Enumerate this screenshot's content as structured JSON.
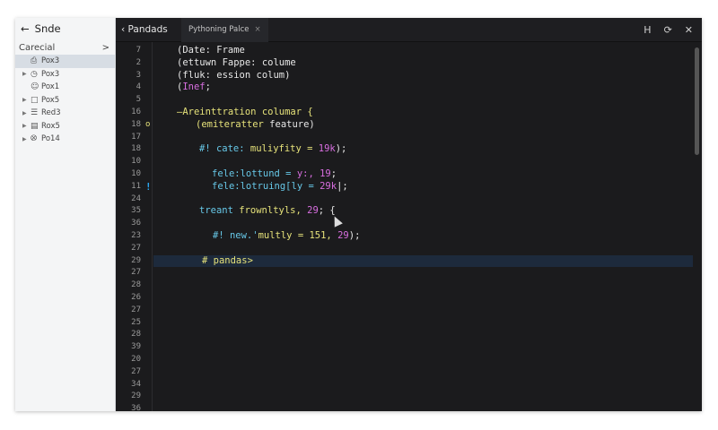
{
  "colors": {
    "white": "#e8e8e8",
    "yellow": "#e6e27a",
    "cyan": "#67c8e8",
    "purple": "#d86ee0",
    "accent": "#2aa6f0"
  },
  "sidebar": {
    "back_label": "Snde",
    "category": "Carecial",
    "category_chevron": ">",
    "items": [
      {
        "label": "Pox3",
        "icon": "file-icon",
        "glyph": "⎙",
        "arrow": false,
        "selected": true
      },
      {
        "label": "Pox3",
        "icon": "clock-icon",
        "glyph": "◷",
        "arrow": true
      },
      {
        "label": "Pox1",
        "icon": "circle-icon",
        "glyph": "☺",
        "arrow": false
      },
      {
        "label": "Pox5",
        "icon": "square-icon",
        "glyph": "□",
        "arrow": true
      },
      {
        "label": "Red3",
        "icon": "list-icon",
        "glyph": "☰",
        "arrow": true
      },
      {
        "label": "Rox5",
        "icon": "grid-file-icon",
        "glyph": "▤",
        "arrow": true
      },
      {
        "label": "Po14",
        "icon": "pin-icon",
        "glyph": "⭙",
        "arrow": true
      }
    ]
  },
  "topbar": {
    "back_label": "Pandads",
    "tab_label": "Pythoning Palce",
    "tab_close": "×",
    "controls": [
      "H",
      "⟳",
      "✕"
    ]
  },
  "editor": {
    "line_numbers": [
      "7",
      "2",
      "3",
      "4",
      "5",
      "16",
      "18",
      "17",
      "18",
      "10",
      "10",
      "11",
      "24",
      "35",
      "36",
      "23",
      "27",
      "29",
      "27",
      "28",
      "26",
      "27",
      "25",
      "28",
      "39",
      "20",
      "27",
      "34",
      "29",
      "36"
    ],
    "highlighted_line": 17,
    "gutter_markers": [
      {
        "line": 6,
        "text": "o",
        "color": "yellow"
      },
      {
        "line": 11,
        "text": "!",
        "color": "accent"
      }
    ],
    "lines": [
      [
        [
          "(Date: Frame",
          "white"
        ]
      ],
      [
        [
          "(ettuwn Fappe: colume",
          "white"
        ]
      ],
      [
        [
          "(fluk: ession colum)",
          "white"
        ]
      ],
      [
        [
          "(",
          "white"
        ],
        [
          "Inef",
          "purple"
        ],
        [
          ";",
          "white"
        ]
      ],
      [],
      [
        [
          "—Areinttration columar {",
          "yellow"
        ]
      ],
      [
        [
          "(emiteratter",
          "yellow"
        ],
        [
          " feature)",
          "white"
        ]
      ],
      [],
      [
        [
          "#! ",
          "cyan"
        ],
        [
          "cate: ",
          "cyan"
        ],
        [
          "muliyfity = ",
          "yellow"
        ],
        [
          "19k",
          "purple"
        ],
        [
          ");",
          "white"
        ]
      ],
      [],
      [
        [
          "fele:lottund = ",
          "cyan"
        ],
        [
          "y:, 19",
          "purple"
        ],
        [
          ";",
          "white"
        ]
      ],
      [
        [
          "fele:lotruing[ly = ",
          "cyan"
        ],
        [
          "29k",
          "purple"
        ],
        [
          "|;",
          "white"
        ]
      ],
      [],
      [
        [
          "treant ",
          "cyan"
        ],
        [
          "frownltyls, ",
          "yellow"
        ],
        [
          "29",
          "purple"
        ],
        [
          "; {",
          "white"
        ]
      ],
      [],
      [
        [
          "#! new.'",
          "cyan"
        ],
        [
          "multly = 151, ",
          "yellow"
        ],
        [
          "29",
          "purple"
        ],
        [
          ");",
          "white"
        ]
      ],
      [],
      [
        [
          "# pandas>",
          "yellow"
        ]
      ]
    ]
  }
}
